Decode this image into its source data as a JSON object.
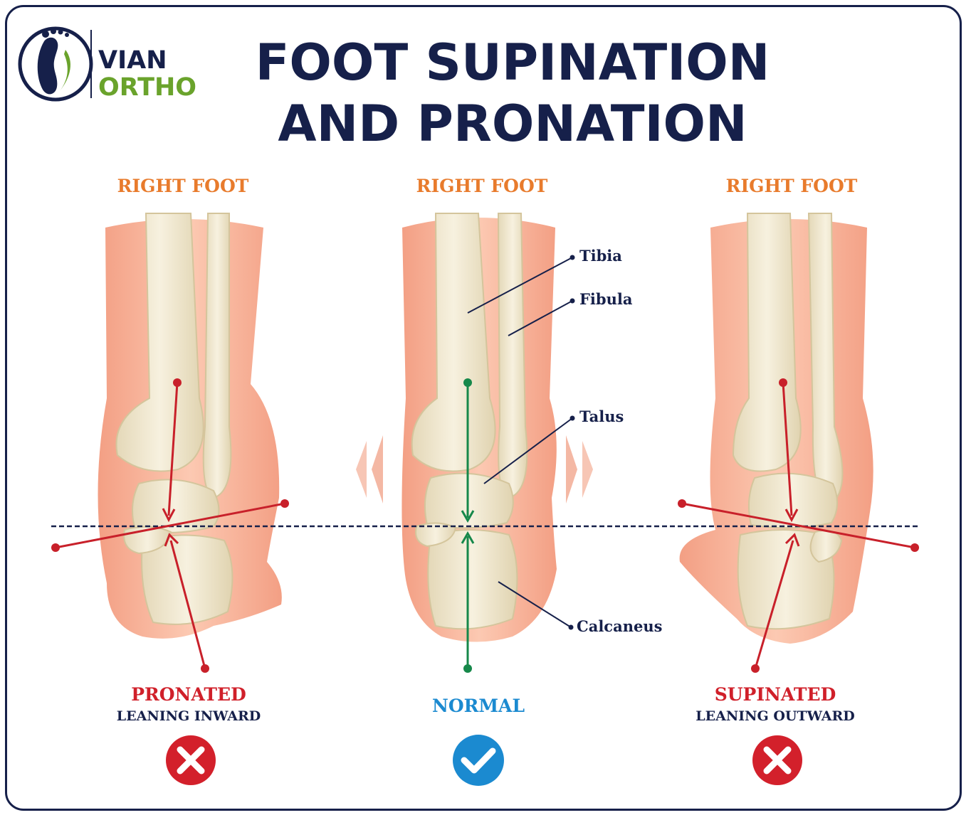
{
  "brand": {
    "line1": "VIAN",
    "line2": "ORTHO",
    "color_dark": "#16204a",
    "color_green": "#6aa32c"
  },
  "title": {
    "line1": "FOOT SUPINATION",
    "line2": "AND PRONATION"
  },
  "panels": [
    {
      "label": "RIGHT FOOT",
      "status": "PRONATED",
      "description": "LEANING INWARD",
      "status_color": "#d0202a",
      "icon": "cross-icon"
    },
    {
      "label": "RIGHT FOOT",
      "status": "NORMAL",
      "description": "",
      "status_color": "#1b8ad0",
      "icon": "check-icon"
    },
    {
      "label": "RIGHT FOOT",
      "status": "SUPINATED",
      "description": "LEANING OUTWARD",
      "status_color": "#d0202a",
      "icon": "cross-icon"
    }
  ],
  "bones": {
    "tibia": "Tibia",
    "fibula": "Fibula",
    "talus": "Talus",
    "calcaneus": "Calcaneus"
  },
  "colors": {
    "skin": "#f6b39a",
    "bone": "#efe6cd",
    "bone_shade": "#d9cca8",
    "red": "#c8202a",
    "green": "#16884a",
    "navy": "#16204a",
    "accent": "#e87b2c"
  }
}
